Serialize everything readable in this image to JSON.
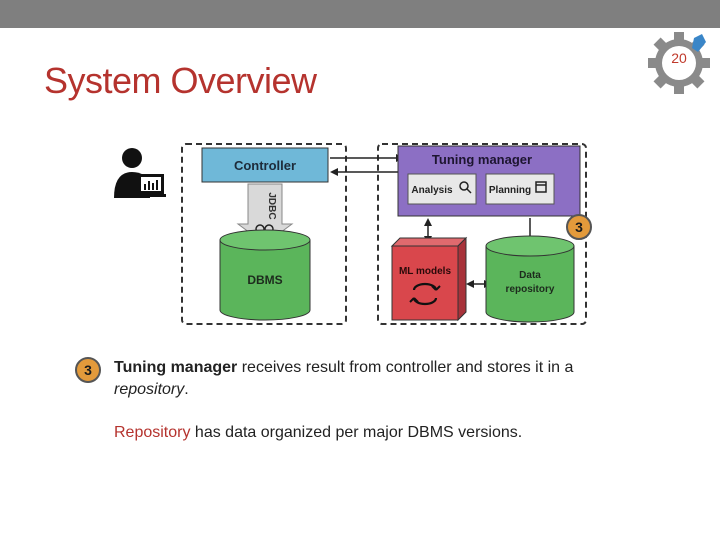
{
  "slide": {
    "number": "20",
    "title": "System Overview"
  },
  "diagram": {
    "controller_label": "Controller",
    "jdbc_label": "JDBC",
    "dbms_label": "DBMS",
    "tuning_manager_label": "Tuning manager",
    "analysis_label": "Analysis",
    "planning_label": "Planning",
    "ml_models_label": "ML models",
    "data_repository_line1": "Data",
    "data_repository_line2": "repository",
    "callout_number": "3"
  },
  "text": {
    "callout_number": "3",
    "bullet1_strong": "Tuning manager",
    "bullet1_rest": " receives result from controller and stores it in a ",
    "bullet1_italic": "repository",
    "bullet1_end": ".",
    "bullet2_strong": "Repository",
    "bullet2_rest": " has data organized per major DBMS versions."
  },
  "colors": {
    "title": "#b5332e",
    "controller": "#6fb8d8",
    "tuning_manager": "#8c6fc4",
    "database": "#5bb55b",
    "ml_models": "#d9474c",
    "callout": "#e39a3b"
  }
}
